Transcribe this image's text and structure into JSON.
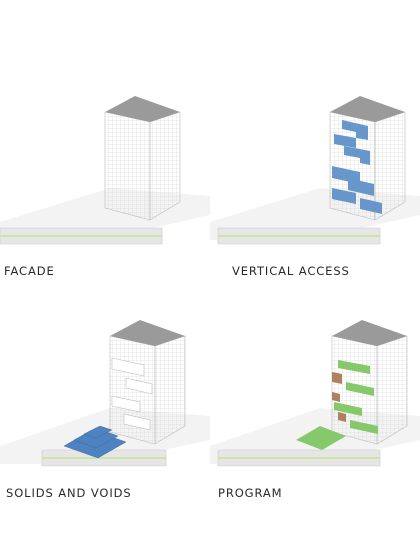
{
  "panels": [
    {
      "caption": "FACADE"
    },
    {
      "caption": "VERTICAL ACCESS"
    },
    {
      "caption": "SOLIDS AND VOIDS"
    },
    {
      "caption": "PROGRAM"
    }
  ],
  "colors": {
    "roof": "#9a9a9a",
    "road_stripe": "#cfe3a8",
    "access": "#5b8fc7",
    "solid_blocks": "#4f82c0",
    "program_green": "#86c96a",
    "program_brown": "#b08060"
  }
}
